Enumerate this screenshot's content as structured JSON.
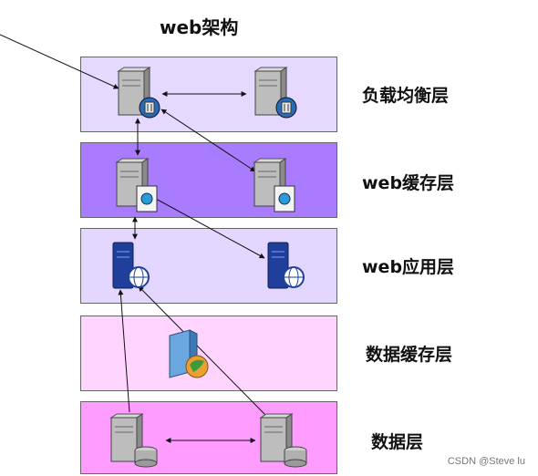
{
  "title": "web架构",
  "layers": [
    {
      "label": "负载均衡层",
      "color": "#e6d9ff"
    },
    {
      "label": "web缓存层",
      "color": "#a87bff"
    },
    {
      "label": "web应用层",
      "color": "#e3d6ff"
    },
    {
      "label": "数据缓存层",
      "color": "#ffd4ff"
    },
    {
      "label": "数据层",
      "color": "#ff9cff"
    }
  ],
  "icons": {
    "lb_server": "load-balancer-server-icon",
    "cache_server": "cache-server-icon",
    "app_server": "web-application-server-icon",
    "data_cache": "data-cache-server-icon",
    "db_server": "database-server-icon"
  },
  "watermark": "CSDN @Steve lu"
}
